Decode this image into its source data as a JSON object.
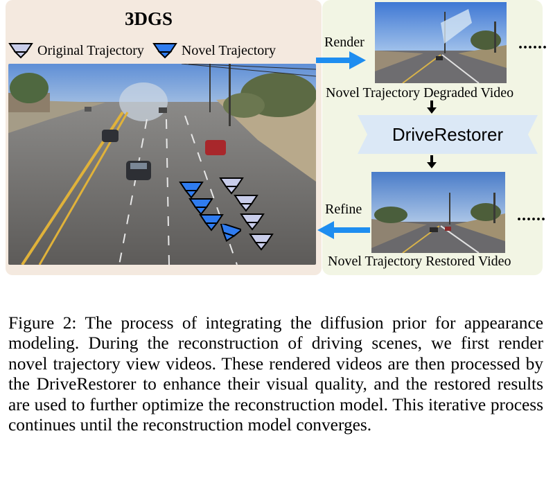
{
  "figure": {
    "title": "3DGS",
    "legend": [
      {
        "label": "Original Trajectory",
        "icon": "camera-original-icon",
        "color": "#c9cdea"
      },
      {
        "label": "Novel Trajectory",
        "icon": "camera-novel-icon",
        "color": "#2f7cf0"
      }
    ],
    "arrows": {
      "render": "Render",
      "refine": "Refine"
    },
    "degraded_label": "Novel Trajectory Degraded Video",
    "restored_label": "Novel Trajectory Restored Video",
    "restorer_label": "DriveRestorer",
    "ellipsis": "......",
    "colors": {
      "left_panel": "#f4e9df",
      "right_panel": "#f2f5e4",
      "restorer_fill": "#dbe8f6",
      "arrow_blue": "#1e8df0"
    }
  },
  "caption": "Figure 2: The process of integrating the diffusion prior for appearance modeling. During the reconstruction of driving scenes, we first render novel trajectory view videos. These rendered videos are then processed by the DriveRestorer to enhance their visual quality, and the restored results are used to further optimize the reconstruction model. This iterative process continues until the reconstruction model converges."
}
